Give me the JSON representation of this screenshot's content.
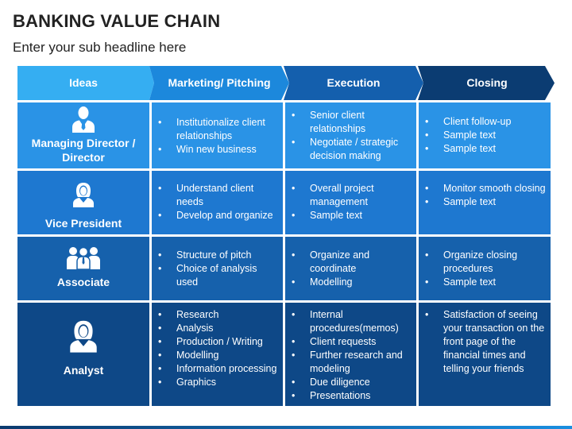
{
  "title": "BANKING VALUE CHAIN",
  "subtitle": "Enter your sub headline here",
  "colors": {
    "row1": "#2a93e6",
    "row2": "#1e78d0",
    "row3": "#1661ac",
    "row4": "#0e4887",
    "hdr1": "#35aef2",
    "hdr2": "#1c88dc",
    "hdr3": "#145fad",
    "hdr4": "#0b3c72"
  },
  "columns": [
    {
      "label": "Ideas"
    },
    {
      "label": "Marketing/ Pitching"
    },
    {
      "label": "Execution"
    },
    {
      "label": "Closing"
    }
  ],
  "rows": [
    {
      "role": "Managing Director / Director",
      "icon": "businessman-icon",
      "cells": [
        [
          "Institutionalize client relationships",
          "Win new business"
        ],
        [
          "Senior client relationships",
          "Negotiate / strategic decision making"
        ],
        [
          "Client follow-up",
          "Sample text",
          "Sample text"
        ]
      ]
    },
    {
      "role": "Vice President",
      "icon": "businesswoman-icon",
      "cells": [
        [
          "Understand client needs",
          "Develop and organize"
        ],
        [
          " Overall project management",
          "Sample text"
        ],
        [
          "Monitor smooth closing",
          "Sample text"
        ]
      ]
    },
    {
      "role": "Associate",
      "icon": "team-icon",
      "cells": [
        [
          "Structure of pitch",
          "Choice of analysis used"
        ],
        [
          " Organize and coordinate",
          "Modelling"
        ],
        [
          "Organize closing procedures",
          "Sample text"
        ]
      ]
    },
    {
      "role": "Analyst",
      "icon": "businesswoman-icon",
      "cells": [
        [
          "Research",
          "Analysis",
          "Production / Writing",
          "Modelling",
          "Information processing",
          "Graphics"
        ],
        [
          "Internal procedures(memos)",
          "Client requests",
          "Further research and modeling",
          "Due diligence",
          "Presentations"
        ],
        [
          "Satisfaction of seeing your transaction on the front page of the financial times and telling your friends"
        ]
      ]
    }
  ]
}
